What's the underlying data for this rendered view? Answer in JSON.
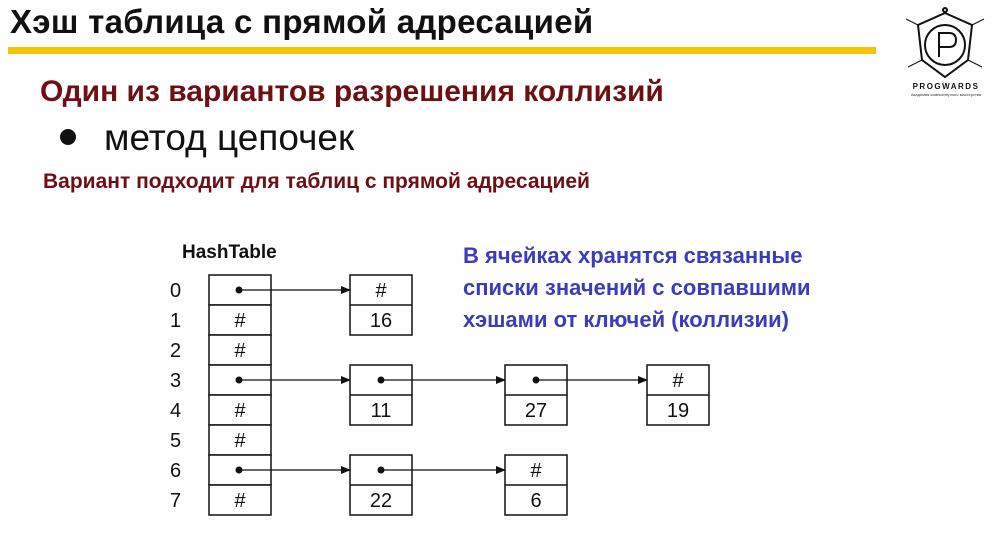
{
  "title": "Хэш таблица с прямой адресацией",
  "subtitle": "Один из вариантов разрешения коллизий",
  "bullet": "метод цепочек",
  "note": "Вариант подходит для таблиц с прямой адресацией",
  "callout": {
    "line1": "В ячейках хранятся связанные",
    "line2": "списки значений с совпавшими",
    "line3": "хэшами от ключей (коллизии)"
  },
  "logo": {
    "text": "PROGWARDS",
    "sub": "Академия компьютерного мастерства"
  },
  "diagram": {
    "table_label": "HashTable",
    "indices": [
      "0",
      "1",
      "2",
      "3",
      "4",
      "5",
      "6",
      "7"
    ],
    "cells": [
      "•",
      "#",
      "#",
      "•",
      "#",
      "#",
      "•",
      "#"
    ],
    "nodes": [
      {
        "row": 0,
        "col": 0,
        "top": "#",
        "bottom": "16"
      },
      {
        "row": 3,
        "col": 0,
        "top": "•",
        "bottom": "11"
      },
      {
        "row": 3,
        "col": 1,
        "top": "•",
        "bottom": "27"
      },
      {
        "row": 3,
        "col": 2,
        "top": "#",
        "bottom": "19"
      },
      {
        "row": 6,
        "col": 0,
        "top": "•",
        "bottom": "22"
      },
      {
        "row": 6,
        "col": 1,
        "top": "#",
        "bottom": "6"
      }
    ],
    "pointers": [
      {
        "from": "table",
        "row": 0,
        "to_col": 0
      },
      {
        "from": "table",
        "row": 3,
        "to_col": 0
      },
      {
        "from": "node",
        "row": 3,
        "col": 0,
        "to_col": 1
      },
      {
        "from": "node",
        "row": 3,
        "col": 1,
        "to_col": 2
      },
      {
        "from": "table",
        "row": 6,
        "to_col": 0
      },
      {
        "from": "node",
        "row": 6,
        "col": 0,
        "to_col": 1
      }
    ]
  },
  "colors": {
    "accent_bar": "#f5c400",
    "maroon": "#6e0f14",
    "callout": "#3b3bbd"
  }
}
